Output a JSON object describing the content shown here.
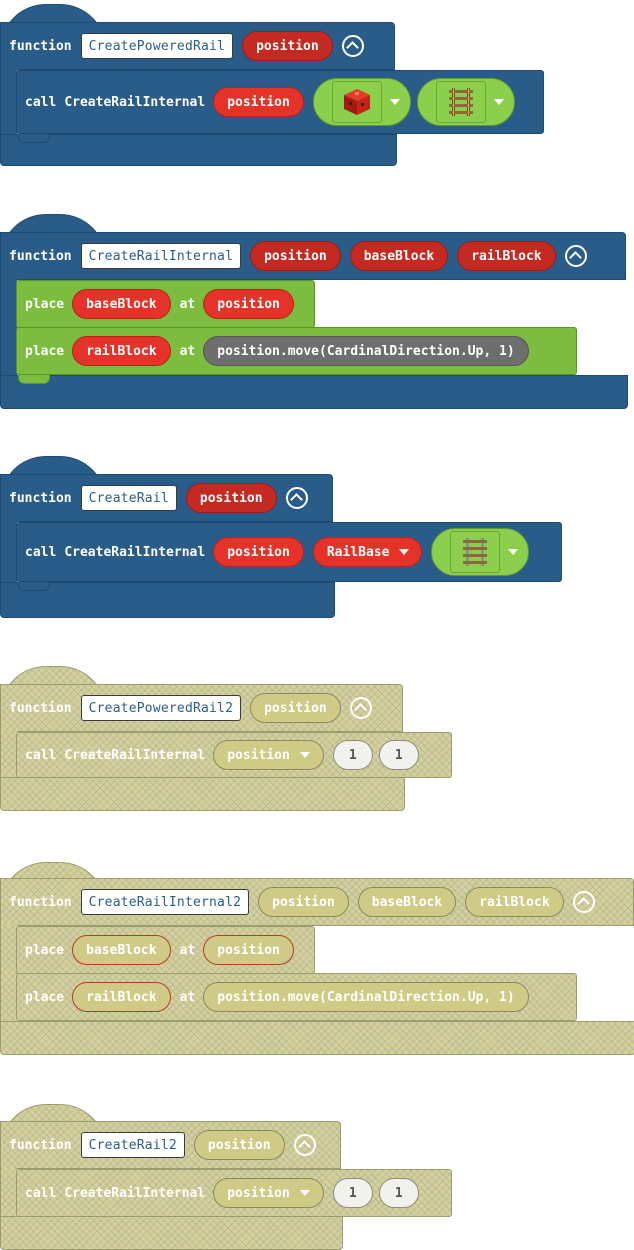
{
  "blocks": {
    "f1": {
      "keyword": "function",
      "name": "CreatePoweredRail",
      "param": "position",
      "call_keyword": "call",
      "call_name": "CreateRailInternal",
      "call_arg": "position"
    },
    "f2": {
      "keyword": "function",
      "name": "CreateRailInternal",
      "params": [
        "position",
        "baseBlock",
        "railBlock"
      ],
      "place1": {
        "keyword": "place",
        "arg": "baseBlock",
        "at": "at",
        "target": "position"
      },
      "place2": {
        "keyword": "place",
        "arg": "railBlock",
        "at": "at",
        "target": "position.move(CardinalDirection.Up, 1)"
      }
    },
    "f3": {
      "keyword": "function",
      "name": "CreateRail",
      "param": "position",
      "call_keyword": "call",
      "call_name": "CreateRailInternal",
      "call_arg": "position",
      "call_arg2": "RailBase"
    },
    "f4": {
      "keyword": "function",
      "name": "CreatePoweredRail2",
      "param": "position",
      "call_keyword": "call",
      "call_name": "CreateRailInternal",
      "call_arg": "position",
      "num1": "1",
      "num2": "1"
    },
    "f5": {
      "keyword": "function",
      "name": "CreateRailInternal2",
      "params": [
        "position",
        "baseBlock",
        "railBlock"
      ],
      "place1": {
        "keyword": "place",
        "arg": "baseBlock",
        "at": "at",
        "target": "position"
      },
      "place2": {
        "keyword": "place",
        "arg": "railBlock",
        "at": "at",
        "target": "position.move(CardinalDirection.Up, 1)"
      }
    },
    "f6": {
      "keyword": "function",
      "name": "CreateRail2",
      "param": "position",
      "call_keyword": "call",
      "call_name": "CreateRailInternal",
      "call_arg": "position",
      "num1": "1",
      "num2": "1"
    }
  },
  "icons": {
    "redstone_block": "redstone-block-icon",
    "powered_rail": "powered-rail-icon",
    "rail": "rail-icon"
  },
  "colors": {
    "function_blue": "#2a5c8a",
    "param_red": "#e5332a",
    "place_green": "#7cbc3f",
    "disabled_hatch": "#d4d196"
  }
}
